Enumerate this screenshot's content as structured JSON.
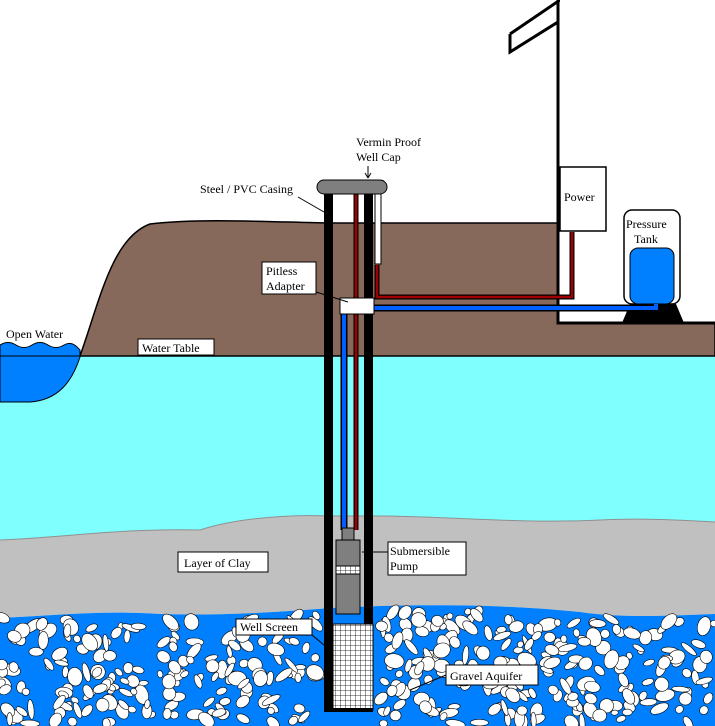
{
  "labels": {
    "open_water": "Open Water",
    "water_table": "Water Table",
    "steel_casing": "Steel / PVC Casing",
    "well_cap_1": "Vermin Proof",
    "well_cap_2": "Well Cap",
    "pitless_1": "Pitless",
    "pitless_2": "Adapter",
    "power": "Power",
    "pressure_1": "Pressure",
    "pressure_2": "Tank",
    "clay": "Layer of Clay",
    "pump_1": "Submersible",
    "pump_2": "Pump",
    "screen": "Well Screen",
    "aquifer": "Gravel Aquifer"
  },
  "colors": {
    "soil": "#86695a",
    "water": "#80ffff",
    "lake": "#0080ff",
    "clay": "#c0c0c0",
    "gravel": "#0080ff",
    "stone": "#ffffff",
    "pipe_blue": "#0060ff",
    "wire_red": "#a00000",
    "cap": "#7f7f7f"
  }
}
